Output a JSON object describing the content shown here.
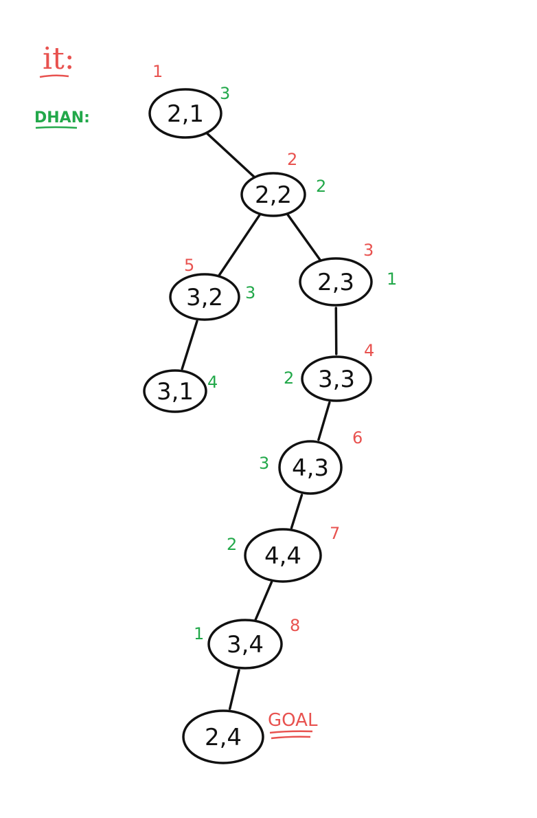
{
  "colors": {
    "it": "#e8524f",
    "dhan": "#22a84a",
    "ink": "#111111"
  },
  "legend": {
    "it_label": "it:",
    "dhan_label": "DHAN:"
  },
  "goal_label": "GOAL",
  "nodes": [
    {
      "id": "n21",
      "label": "2,1",
      "it": "1",
      "dhan": "3"
    },
    {
      "id": "n22",
      "label": "2,2",
      "it": "2",
      "dhan": "2"
    },
    {
      "id": "n32",
      "label": "3,2",
      "it": "5",
      "dhan": "3"
    },
    {
      "id": "n23",
      "label": "2,3",
      "it": "3",
      "dhan": "1"
    },
    {
      "id": "n31",
      "label": "3,1",
      "it": "",
      "dhan": "4"
    },
    {
      "id": "n33",
      "label": "3,3",
      "it": "4",
      "dhan": "2"
    },
    {
      "id": "n43",
      "label": "4,3",
      "it": "6",
      "dhan": "3"
    },
    {
      "id": "n44",
      "label": "4,4",
      "it": "7",
      "dhan": "2"
    },
    {
      "id": "n34",
      "label": "3,4",
      "it": "8",
      "dhan": "1"
    },
    {
      "id": "n24",
      "label": "2,4",
      "it": "",
      "dhan": ""
    }
  ],
  "edges": [
    [
      "n21",
      "n22"
    ],
    [
      "n22",
      "n32"
    ],
    [
      "n22",
      "n23"
    ],
    [
      "n32",
      "n31"
    ],
    [
      "n23",
      "n33"
    ],
    [
      "n33",
      "n43"
    ],
    [
      "n43",
      "n44"
    ],
    [
      "n44",
      "n34"
    ],
    [
      "n34",
      "n24"
    ]
  ]
}
